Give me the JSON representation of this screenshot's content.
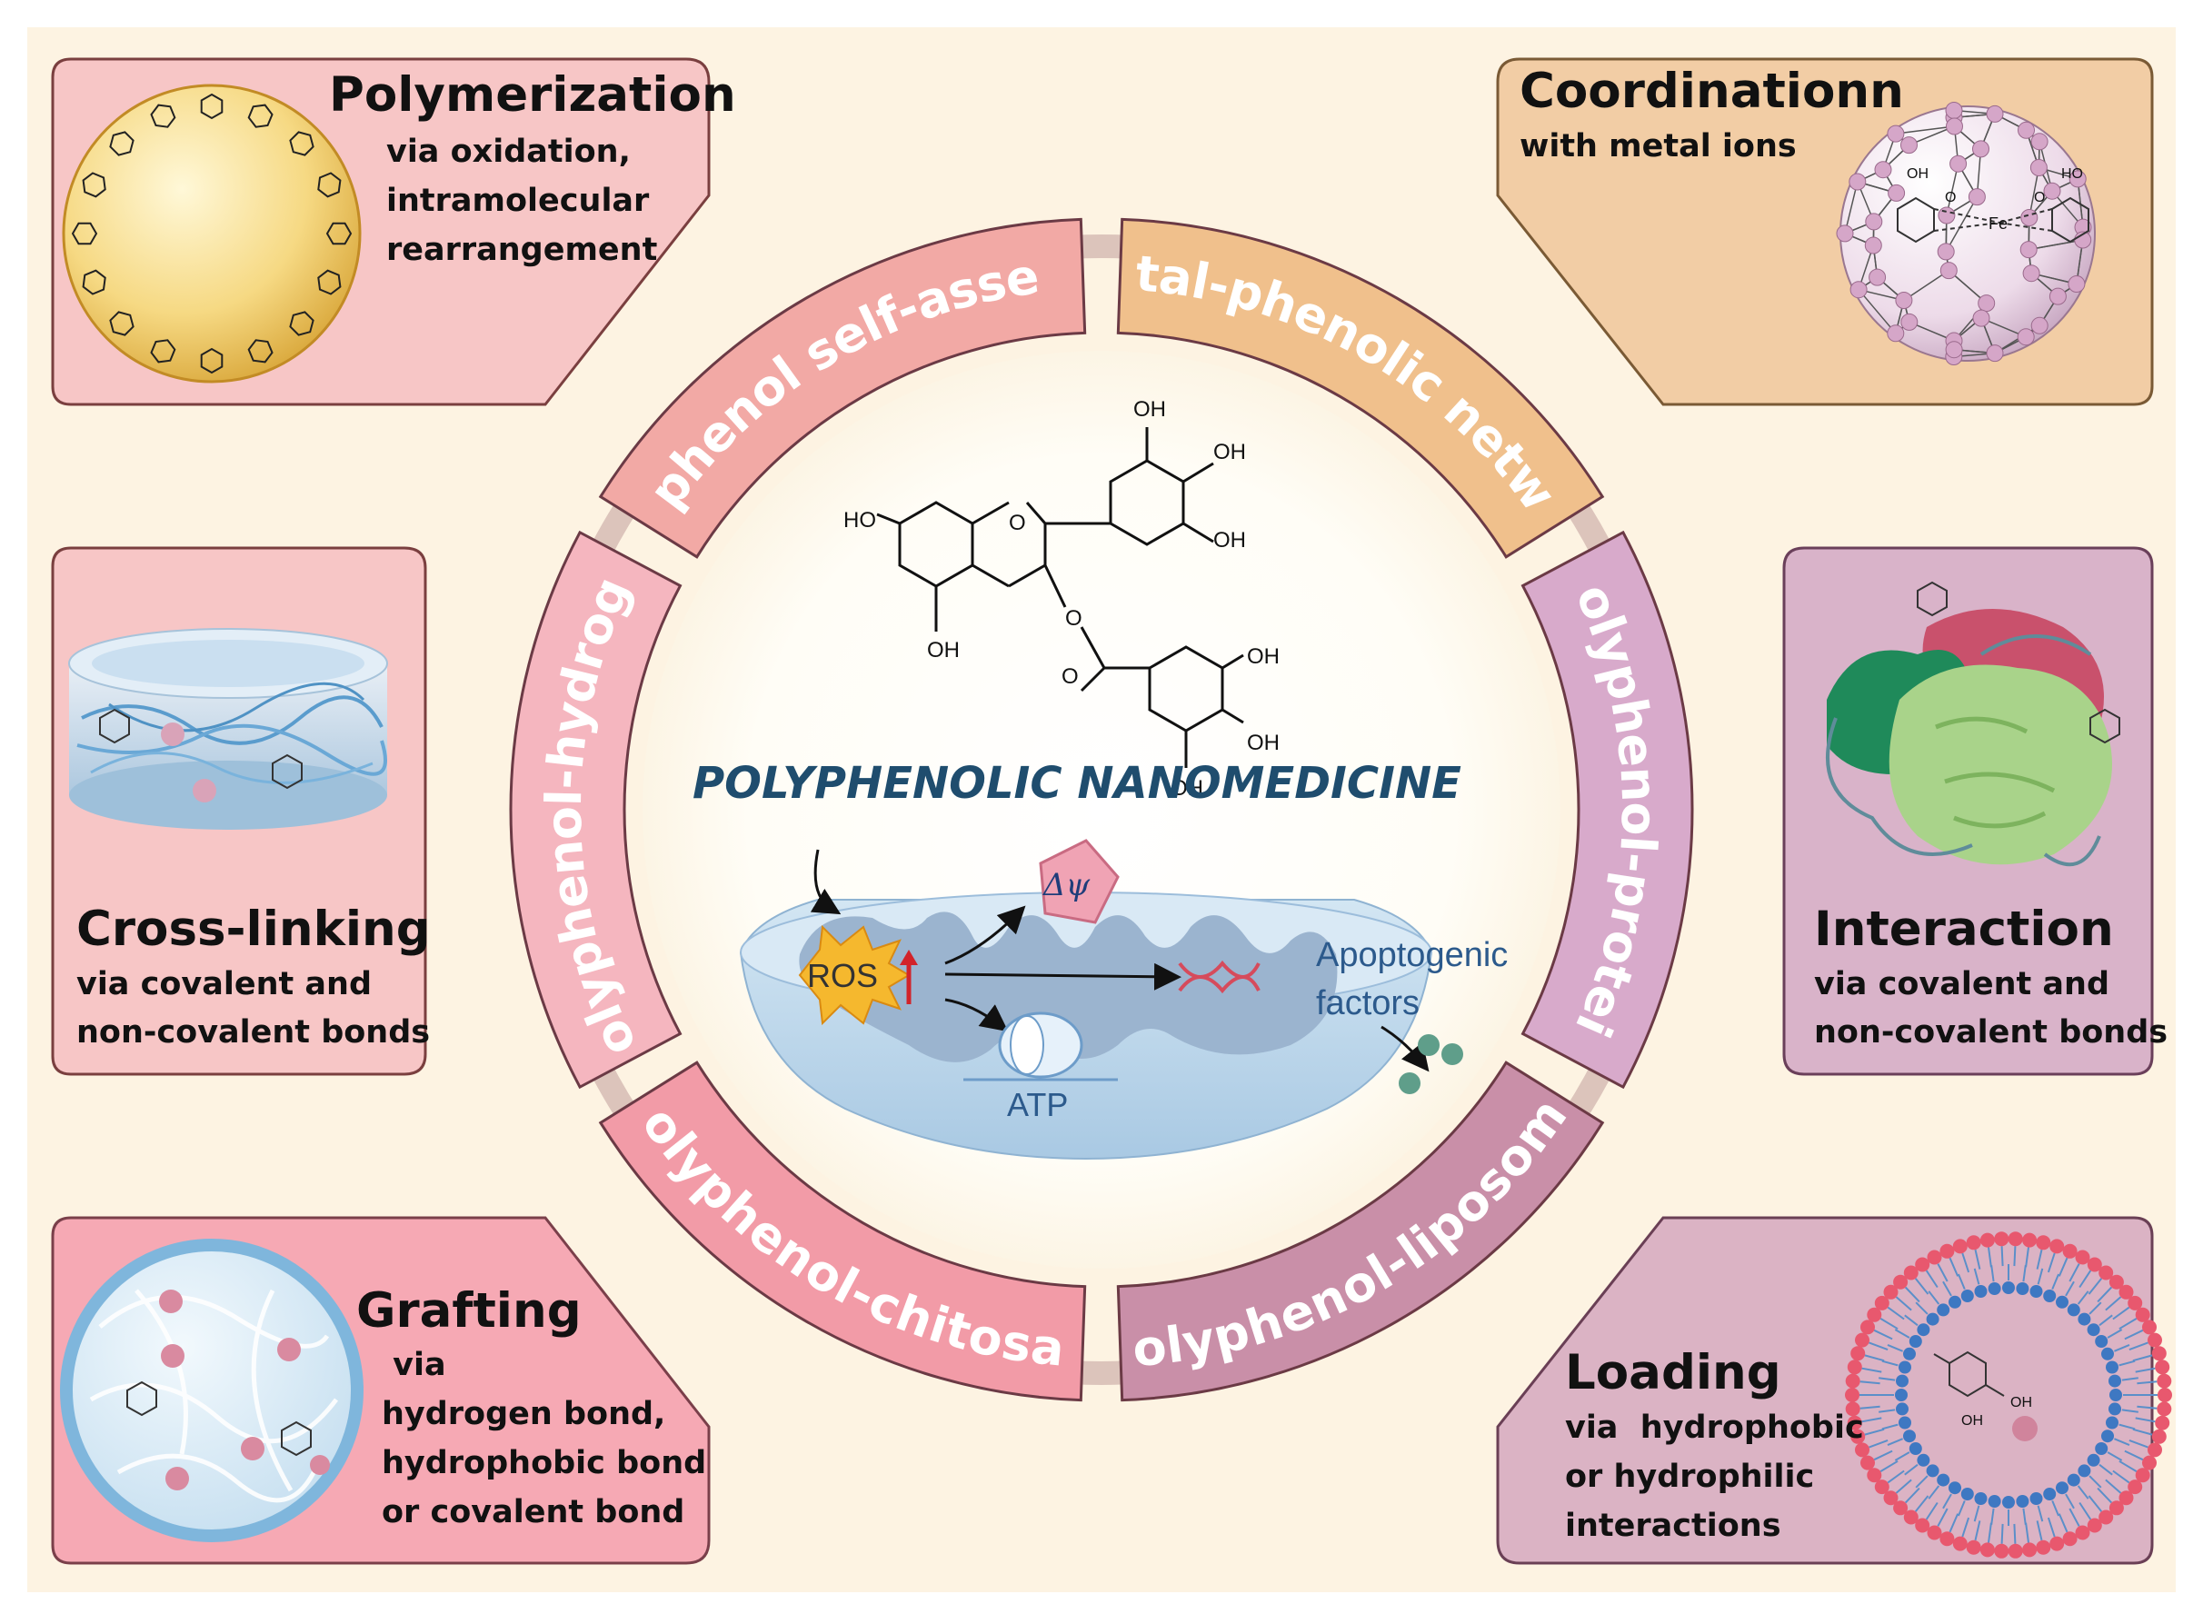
{
  "colors": {
    "background": "#fdf3e2",
    "pink_panel": "#f7c6c6",
    "orange_panel": "#f2cda5",
    "purple_panel": "#d9b3c9",
    "hotpink_panel": "#f6a9b4",
    "mauve_panel": "#dbb3c4",
    "title_blue": "#1f4d6e",
    "mito_blue": "#b9d6ea"
  },
  "center": {
    "title": "POLYPHENOLIC NANOMEDICINE",
    "molecule_labels": [
      "OH",
      "OH",
      "OH",
      "HO",
      "OH",
      "O",
      "O",
      "O",
      "OH",
      "OH",
      "OH"
    ],
    "mito_labels": {
      "ros": "ROS",
      "delta_psi": "Δψ",
      "atp": "ATP",
      "apoptogenic_1": "Apoptogenic",
      "apoptogenic_2": "factors"
    }
  },
  "ring_segments": [
    {
      "label": "Polyphenol self-assembly",
      "color": "#f2a9a5"
    },
    {
      "label": "Metal-phenolic network",
      "color": "#f0c08c"
    },
    {
      "label": "Polyphenol-protein",
      "color": "#d8aacb"
    },
    {
      "label": "Polyphenol-liposome",
      "color": "#c98fa8"
    },
    {
      "label": "Polyphenol-chitosan",
      "color": "#f29ba7"
    },
    {
      "label": "polyphenol-hydrogel",
      "color": "#f5b6bf"
    }
  ],
  "panels": {
    "polymerization": {
      "title": "Polymerization",
      "lines": [
        "via oxidation,",
        "intramolecular",
        "rearrangement"
      ]
    },
    "coordination": {
      "title": "Coordinationn",
      "lines": [
        "with metal ions"
      ],
      "molecule_labels": [
        "OH",
        "HO",
        "O",
        "O",
        "Fe"
      ]
    },
    "crosslinking": {
      "title": "Cross-linking",
      "lines": [
        "via covalent and",
        "non-covalent bonds"
      ]
    },
    "interaction": {
      "title": "Interaction",
      "lines": [
        "via covalent and",
        "non-covalent bonds"
      ]
    },
    "grafting": {
      "title": "Grafting",
      "lines": [
        " via",
        "hydrogen bond,",
        "hydrophobic bond",
        "or covalent bond"
      ]
    },
    "loading": {
      "title": "Loading",
      "lines": [
        "via  hydrophobic",
        "or hydrophilic",
        "interactions"
      ],
      "molecule_labels": [
        "OH",
        "OH"
      ]
    }
  }
}
